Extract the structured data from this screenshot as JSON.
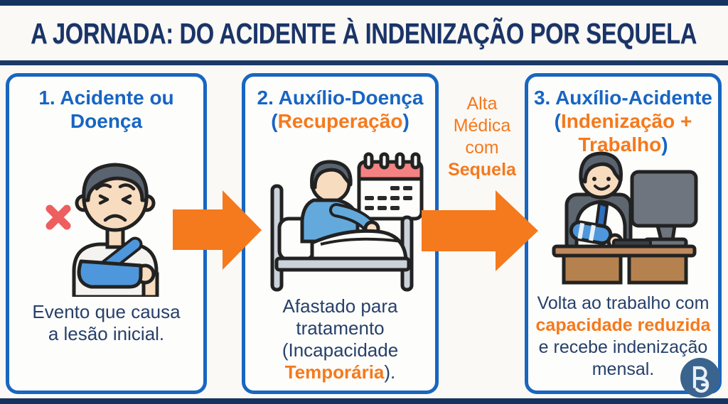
{
  "title": "A JORNADA: DO ACIDENTE À INDENIZAÇÃO POR SEQUELA",
  "cards": [
    {
      "heading": {
        "line1": "1. Acidente ou",
        "line2": "Doença"
      },
      "description": {
        "line1": "Evento que causa",
        "line2": "a lesão inicial."
      },
      "illustration": "injured-man-with-arm-sling"
    },
    {
      "heading": {
        "line1": "2. Auxílio-Doença",
        "paren_open": "(",
        "accent": "Recuperação",
        "paren_close": ")"
      },
      "description": {
        "line1": "Afastado para",
        "line2": "tratamento",
        "line3": "(Incapacidade",
        "accent": "Temporária",
        "suffix": ")."
      },
      "illustration": "man-recovering-in-bed-with-calendar"
    },
    {
      "heading": {
        "line1": "3. Auxílio-Acidente",
        "paren_open": "(",
        "accent_line1": "Indenização +",
        "accent_line2": "Trabalho",
        "paren_close": ")"
      },
      "description": {
        "line1": "Volta ao trabalho com",
        "accent": "capacidade reduzida",
        "line3": "e recebe indenização",
        "line4": "mensal."
      },
      "illustration": "man-working-at-desk-with-arm-cast"
    }
  ],
  "connector": {
    "label": {
      "line1": "Alta",
      "line2": "Médica",
      "line3": "com",
      "line4": "Sequela"
    },
    "arrow_icon": "arrow-right-icon"
  },
  "logo": {
    "name": "brand-monogram-logo"
  },
  "colors": {
    "frame_navy": "#16325F",
    "title_navy": "#1A3467",
    "card_border_blue": "#1866C0",
    "heading_blue": "#1765C4",
    "body_navy": "#27406B",
    "accent_orange": "#F5791D",
    "alert_red": "#ED5E5E",
    "logo_blue": "#3A648E"
  }
}
